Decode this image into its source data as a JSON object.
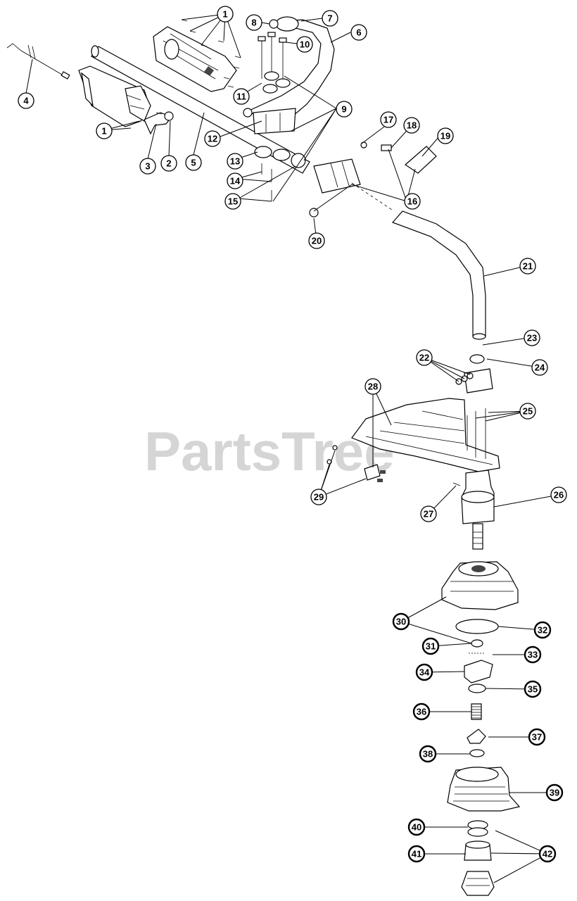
{
  "watermark": "PartsTree",
  "callouts": {
    "c1a": "1",
    "c1b": "1",
    "c2": "2",
    "c3": "3",
    "c4": "4",
    "c5": "5",
    "c6": "6",
    "c7": "7",
    "c8": "8",
    "c9": "9",
    "c10": "10",
    "c11": "11",
    "c12": "12",
    "c13": "13",
    "c14": "14",
    "c15": "15",
    "c16": "16",
    "c17": "17",
    "c18": "18",
    "c19": "19",
    "c20": "20",
    "c21": "21",
    "c22": "22",
    "c23": "23",
    "c24": "24",
    "c25": "25",
    "c26": "26",
    "c27": "27",
    "c28": "28",
    "c29": "29",
    "c30": "30",
    "c31": "31",
    "c32": "32",
    "c33": "33",
    "c34": "34",
    "c35": "35",
    "c36": "36",
    "c37": "37",
    "c38": "38",
    "c39": "39",
    "c40": "40",
    "c41": "41",
    "c42": "42"
  }
}
